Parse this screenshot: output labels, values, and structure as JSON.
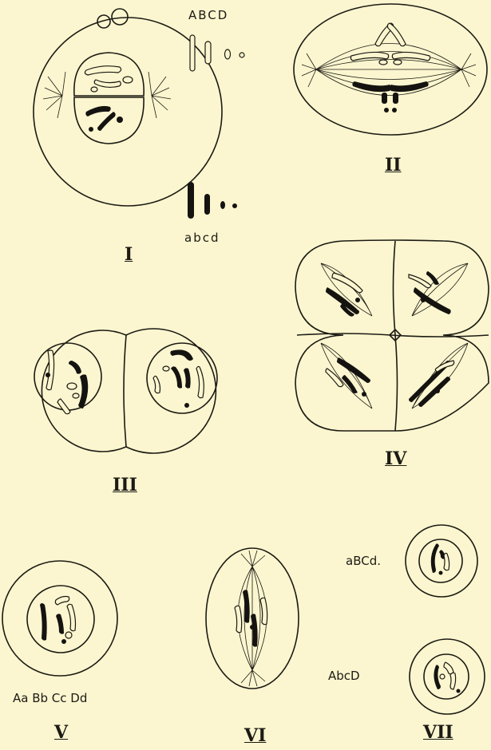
{
  "palette": {
    "paper": "#fbf6cf",
    "ink": "#1c1a14"
  },
  "figures": {
    "I": {
      "numeral": "I",
      "upper_label": "ABCD",
      "lower_label": "abcd"
    },
    "II": {
      "numeral": "II"
    },
    "III": {
      "numeral": "III"
    },
    "IV": {
      "numeral": "IV"
    },
    "V": {
      "numeral": "V",
      "label": "Aa Bb Cc Dd"
    },
    "VI": {
      "numeral": "VI"
    },
    "VII": {
      "numeral": "VII",
      "upper_label": "aBCd.",
      "lower_label": "AbcD"
    }
  }
}
